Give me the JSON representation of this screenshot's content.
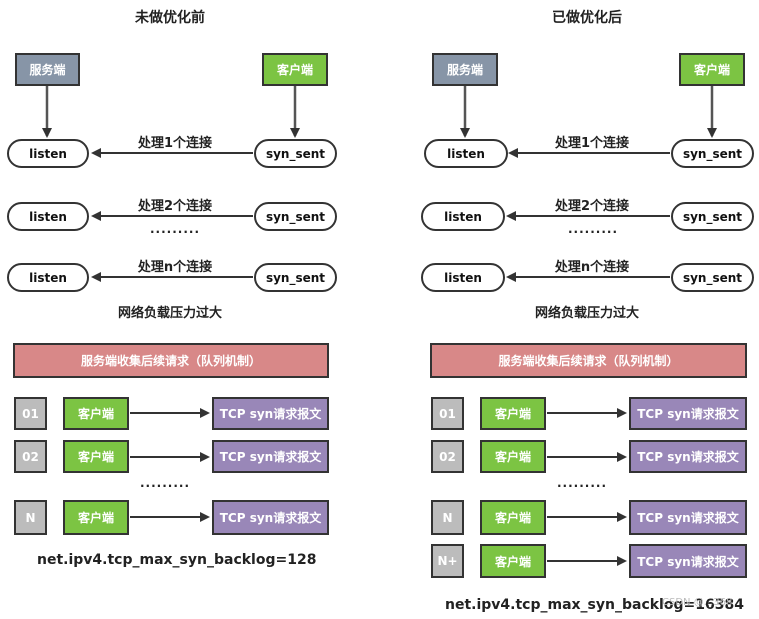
{
  "before": {
    "title": "未做优化前",
    "server_label": "服务端",
    "client_label": "客户端",
    "rows": [
      {
        "left": "listen",
        "right": "syn_sent",
        "label": "处理1个连接"
      },
      {
        "left": "listen",
        "right": "syn_sent",
        "label": "处理2个连接"
      },
      {
        "left": "listen",
        "right": "syn_sent",
        "label": "处理n个连接"
      }
    ],
    "dots": "·········",
    "overload": "网络负载压力过大",
    "queue_header": "服务端收集后续请求（队列机制）",
    "queue_rows": [
      {
        "index": "01",
        "client": "客户端",
        "packet": "TCP syn请求报文"
      },
      {
        "index": "02",
        "client": "客户端",
        "packet": "TCP syn请求报文"
      },
      {
        "index": "N",
        "client": "客户端",
        "packet": "TCP syn请求报文"
      }
    ],
    "queue_dots": "·········",
    "backlog": "net.ipv4.tcp_max_syn_backlog=128"
  },
  "after": {
    "title": "已做优化后",
    "server_label": "服务端",
    "client_label": "客户端",
    "rows": [
      {
        "left": "listen",
        "right": "syn_sent",
        "label": "处理1个连接"
      },
      {
        "left": "listen",
        "right": "syn_sent",
        "label": "处理2个连接"
      },
      {
        "left": "listen",
        "right": "syn_sent",
        "label": "处理n个连接"
      }
    ],
    "dots": "·········",
    "overload": "网络负载压力过大",
    "queue_header": "服务端收集后续请求（队列机制）",
    "queue_rows": [
      {
        "index": "01",
        "client": "客户端",
        "packet": "TCP syn请求报文"
      },
      {
        "index": "02",
        "client": "客户端",
        "packet": "TCP syn请求报文"
      },
      {
        "index": "N",
        "client": "客户端",
        "packet": "TCP syn请求报文"
      },
      {
        "index": "N+",
        "client": "客户端",
        "packet": "TCP syn请求报文"
      }
    ],
    "queue_dots": "·········",
    "backlog": "net.ipv4.tcp_max_syn_backlog=16384"
  },
  "watermark": "CSDN @...368",
  "colors": {
    "server": "#8795a7",
    "client": "#7cc443",
    "queue_header": "#d88888",
    "index": "#bcbcbc",
    "packet": "#9987b8",
    "line": "#333333"
  }
}
